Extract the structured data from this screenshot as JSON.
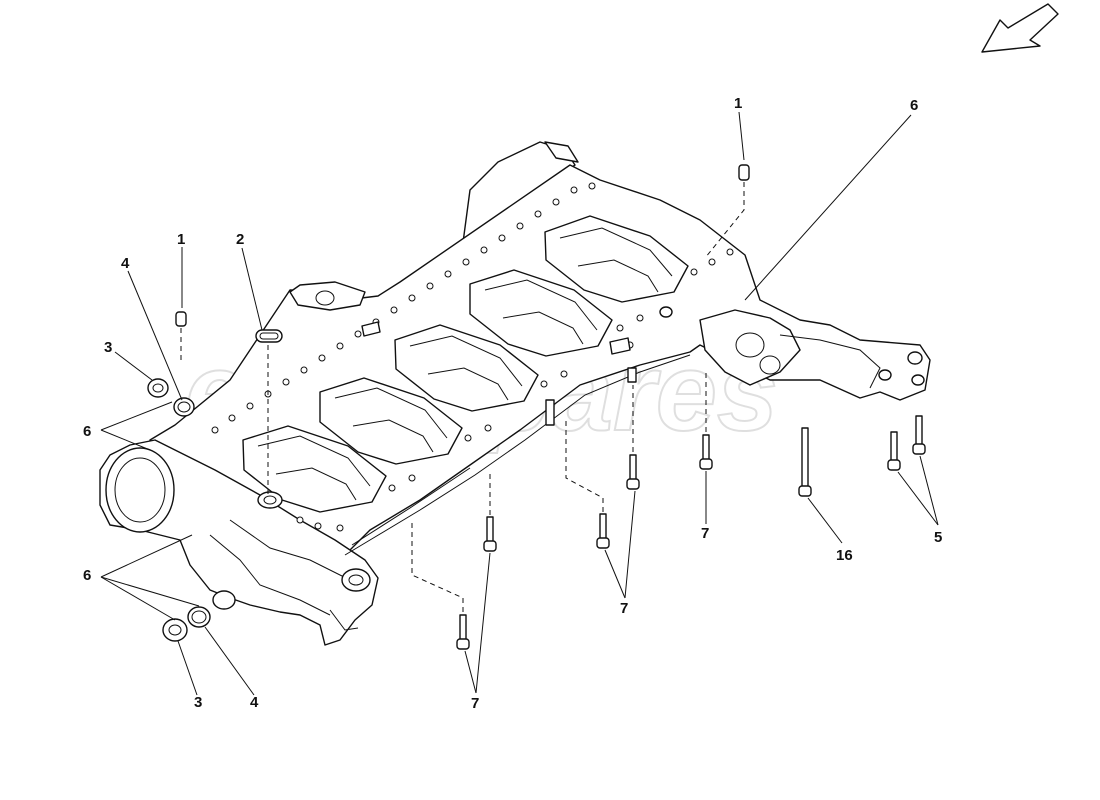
{
  "watermark": "eurospares",
  "callouts": {
    "c1_top": "1",
    "c6_top": "6",
    "c1_left": "1",
    "c2_left": "2",
    "c4_left": "4",
    "c3_left": "3",
    "c6_left_upper": "6",
    "c6_left_lower": "6",
    "c3_bottom": "3",
    "c4_bottom": "4",
    "c7_bottom": "7",
    "c7_middle": "7",
    "c7_right": "7",
    "c16": "16",
    "c5": "5"
  },
  "icons": {
    "orientation": "direction-arrow-icon"
  }
}
